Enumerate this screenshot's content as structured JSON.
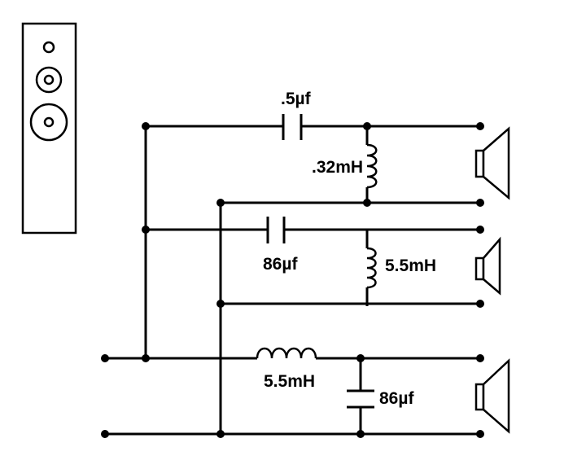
{
  "diagram": {
    "type": "three-way passive speaker crossover schematic",
    "components": {
      "tweeter_capacitor": {
        "label": ".5µf",
        "kind": "capacitor"
      },
      "tweeter_inductor": {
        "label": ".32mH",
        "kind": "inductor"
      },
      "midrange_capacitor": {
        "label": "86µf",
        "kind": "capacitor"
      },
      "midrange_inductor": {
        "label": "5.5mH",
        "kind": "inductor"
      },
      "woofer_inductor": {
        "label": "5.5mH",
        "kind": "inductor"
      },
      "woofer_capacitor": {
        "label": "86µf",
        "kind": "capacitor"
      }
    },
    "speakers": [
      "tweeter",
      "midrange",
      "woofer"
    ],
    "colors": {
      "ink": "#000000",
      "background": "#ffffff"
    }
  }
}
